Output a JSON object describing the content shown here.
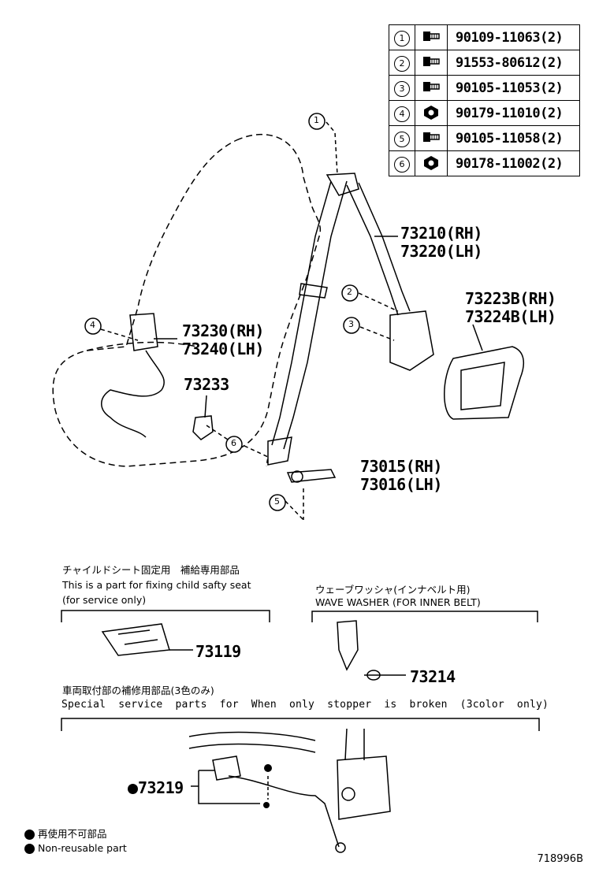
{
  "parts_table": [
    {
      "index": "1",
      "icon": "bolt-icon",
      "part": "90109-11063(2)"
    },
    {
      "index": "2",
      "icon": "bolt-icon",
      "part": "91553-80612(2)"
    },
    {
      "index": "3",
      "icon": "bolt-icon",
      "part": "90105-11053(2)"
    },
    {
      "index": "4",
      "icon": "nut-icon",
      "part": "90179-11010(2)"
    },
    {
      "index": "5",
      "icon": "bolt-icon",
      "part": "90105-11058(2)"
    },
    {
      "index": "6",
      "icon": "nut-icon",
      "part": "90178-11002(2)"
    }
  ],
  "callouts": {
    "belt_rh": "73210(RH)",
    "belt_lh": "73220(LH)",
    "cover_rh": "73223B(RH)",
    "cover_lh": "73224B(LH)",
    "buckle_rh": "73230(RH)",
    "buckle_lh": "73240(LH)",
    "part_73233": "73233",
    "anchor_rh": "73015(RH)",
    "anchor_lh": "73016(LH)",
    "part_73119": "73119",
    "part_73214": "73214",
    "part_73219": "73219"
  },
  "markers": {
    "m1": "1",
    "m2": "2",
    "m3": "3",
    "m4": "4",
    "m5": "5",
    "m6": "6"
  },
  "child_seat": {
    "title_jp": "チャイルドシート固定用　補給専用部品",
    "line1": "This is a part for fixing child safty seat",
    "line2": "(for service only)"
  },
  "wave_washer": {
    "title_jp": "ウェーブワッシャ(インナベルト用)",
    "title_en": "WAVE WASHER (FOR INNER BELT)"
  },
  "stopper": {
    "title_jp": "車両取付部の補修用部品(3色のみ)",
    "line": "Special  service  parts  for  When  only  stopper  is  broken  (3color  only)"
  },
  "legend": {
    "jp": "再使用不可部品",
    "en": "Non-reusable part"
  },
  "diagram_id": "718996B"
}
